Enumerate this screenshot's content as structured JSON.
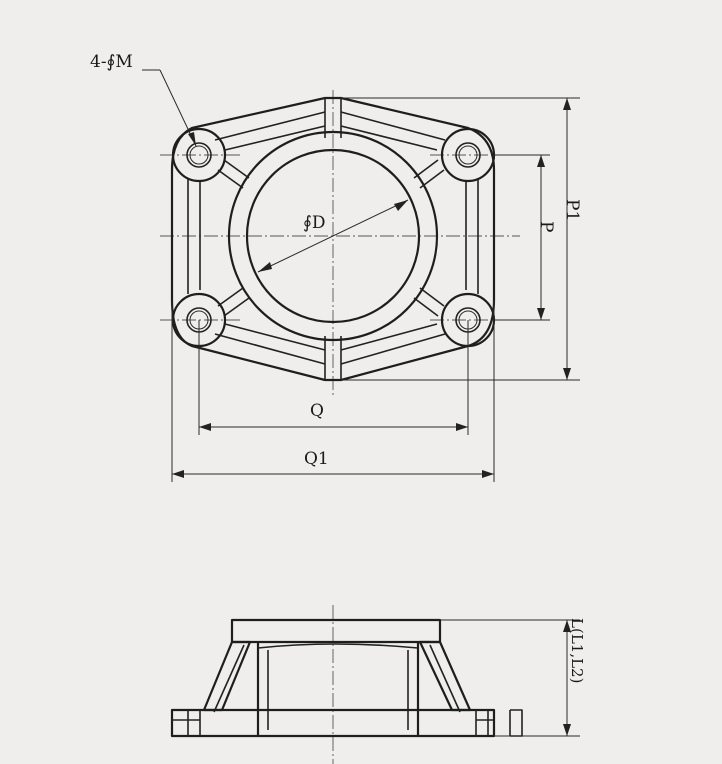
{
  "labels": {
    "bolt_holes": "4-∮M",
    "bore_diameter": "∮D",
    "p": "P",
    "p1": "P1",
    "q": "Q",
    "q1": "Q1",
    "length": "L(L1,L2)"
  }
}
